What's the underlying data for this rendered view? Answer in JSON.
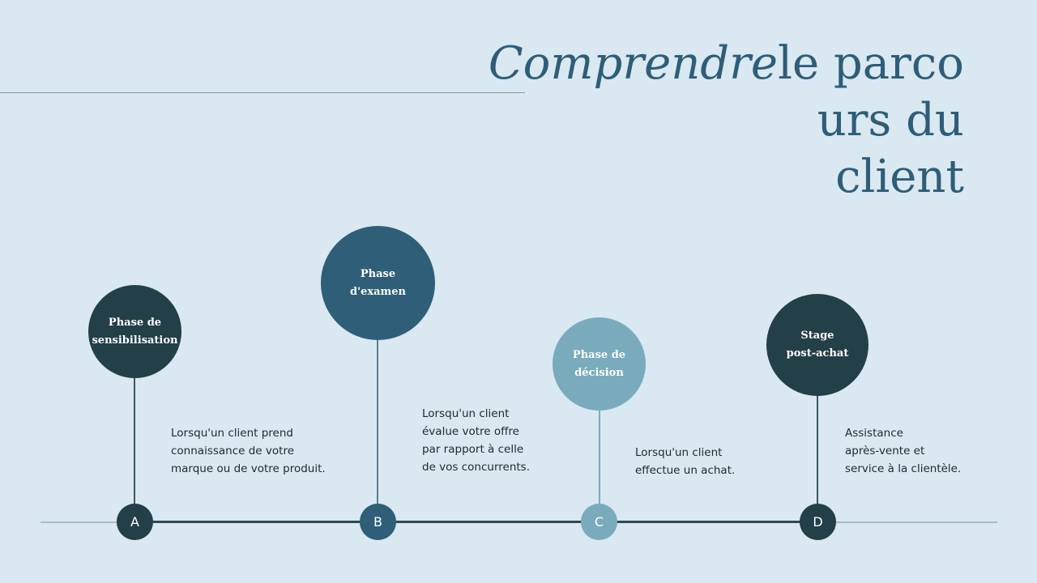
{
  "title": {
    "italic_part": "Comprendre",
    "line1_rest": "le parco",
    "line2": "urs du",
    "line3": "client",
    "color": "#2f5d78"
  },
  "stages": [
    {
      "letter": "A",
      "label": "Phase de\nsensibilisation",
      "description": "Lorsqu'un client prend\nconnaissance de votre\nmarque ou de votre produit.",
      "color": "#233f47"
    },
    {
      "letter": "B",
      "label": "Phase\nd'examen",
      "description": "Lorsqu'un client\névalue votre offre\npar rapport à celle\nde vos concurrents.",
      "color": "#2f5e78"
    },
    {
      "letter": "C",
      "label": "Phase de\ndécision",
      "description": "Lorsqu'un client\neffectue un achat.",
      "color": "#79abbd"
    },
    {
      "letter": "D",
      "label": "Stage\npost-achat",
      "description": "Assistance\naprès-vente et\nservice à la clientèle.",
      "color": "#233f47"
    }
  ],
  "colors": {
    "background": "#d9e8f1",
    "timeline_dark": "#2e4a56",
    "timeline_light": "#a9bdc8"
  }
}
